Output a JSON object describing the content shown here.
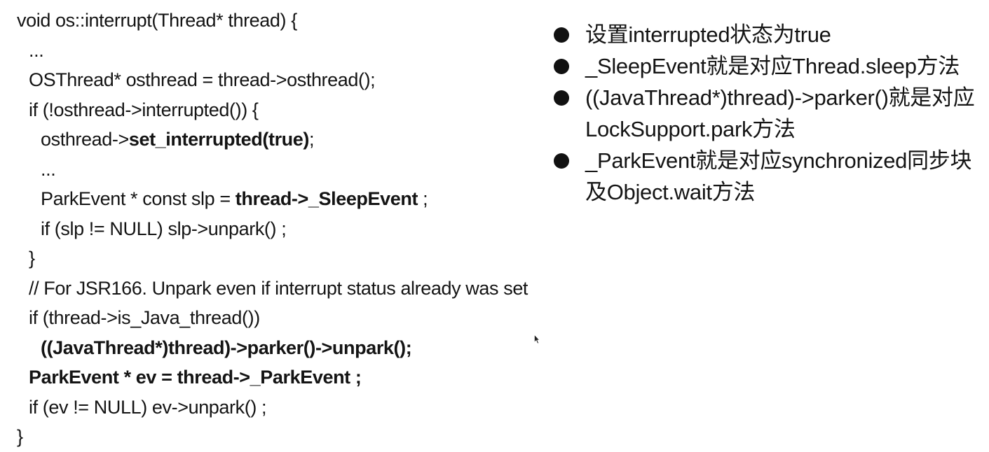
{
  "code": {
    "lines": [
      {
        "indent": 0,
        "parts": [
          {
            "t": "void os::interrupt(Thread* thread) {",
            "b": false
          }
        ]
      },
      {
        "indent": 1,
        "parts": [
          {
            "t": "...",
            "b": false
          }
        ]
      },
      {
        "indent": 1,
        "parts": [
          {
            "t": "OSThread* osthread = thread->osthread();",
            "b": false
          }
        ]
      },
      {
        "indent": 1,
        "parts": [
          {
            "t": "if (!osthread->interrupted()) {",
            "b": false
          }
        ]
      },
      {
        "indent": 2,
        "parts": [
          {
            "t": "osthread->",
            "b": false
          },
          {
            "t": "set_interrupted(true)",
            "b": true
          },
          {
            "t": ";",
            "b": false
          }
        ]
      },
      {
        "indent": 2,
        "parts": [
          {
            "t": "...",
            "b": false
          }
        ]
      },
      {
        "indent": 2,
        "parts": [
          {
            "t": "ParkEvent * const slp = ",
            "b": false
          },
          {
            "t": "thread->_SleepEvent",
            "b": true
          },
          {
            "t": " ;",
            "b": false
          }
        ]
      },
      {
        "indent": 2,
        "parts": [
          {
            "t": "if (slp != NULL) slp->unpark() ;",
            "b": false
          }
        ]
      },
      {
        "indent": 1,
        "parts": [
          {
            "t": "}",
            "b": false
          }
        ]
      },
      {
        "indent": 1,
        "parts": [
          {
            "t": "// For JSR166. Unpark even if interrupt status already was set",
            "b": false
          }
        ]
      },
      {
        "indent": 1,
        "parts": [
          {
            "t": "if (thread->is_Java_thread())",
            "b": false
          }
        ]
      },
      {
        "indent": 2,
        "parts": [
          {
            "t": "((JavaThread*)thread)->parker()->unpark();",
            "b": true
          }
        ]
      },
      {
        "indent": 1,
        "parts": [
          {
            "t": "ParkEvent * ev = thread->_ParkEvent ;",
            "b": true
          }
        ]
      },
      {
        "indent": 1,
        "parts": [
          {
            "t": "if (ev != NULL) ev->unpark() ;",
            "b": false
          }
        ]
      },
      {
        "indent": 0,
        "parts": [
          {
            "t": "}",
            "b": false
          }
        ]
      }
    ]
  },
  "bullets": [
    {
      "text": "设置interrupted状态为true"
    },
    {
      "text": "_SleepEvent就是对应Thread.sleep方法"
    },
    {
      "text": "((JavaThread*)thread)->parker()就是对应LockSupport.park方法"
    },
    {
      "text": "_ParkEvent就是对应synchronized同步块及Object.wait方法"
    }
  ],
  "icons": {
    "cursor": "mouse-pointer-icon",
    "bullet": "bullet-dot-icon"
  },
  "colors": {
    "text": "#141414",
    "background": "#ffffff"
  }
}
